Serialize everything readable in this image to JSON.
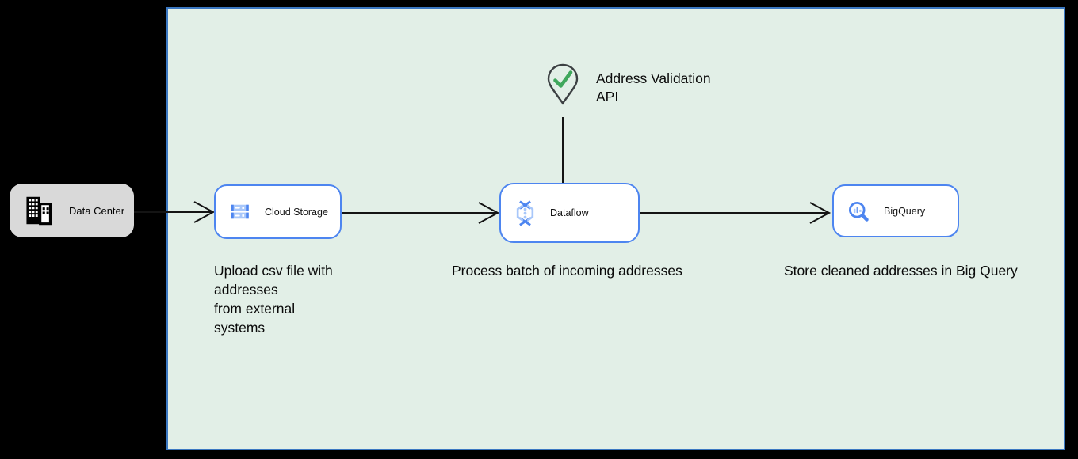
{
  "colors": {
    "canvas_bg": "#000000",
    "panel_fill": "#e2efe7",
    "panel_border": "#3b78c2",
    "node_fill": "#ffffff",
    "node_border": "#4d85f0",
    "datacenter_fill": "#d9d9d9",
    "arrow": "#141414",
    "pin_outline": "#3c4043",
    "check_green": "#3fa75c",
    "icon_blue": "#4d85f0",
    "icon_blue_light": "#a8c7fa"
  },
  "nodes": {
    "data_center": {
      "label": "Data Center",
      "icon": "office-building-icon"
    },
    "cloud_storage": {
      "label": "Cloud Storage",
      "icon": "cloud-storage-icon"
    },
    "dataflow": {
      "label": "Dataflow",
      "icon": "dataflow-icon"
    },
    "bigquery": {
      "label": "BigQuery",
      "icon": "bigquery-icon"
    }
  },
  "annotations": {
    "api_marker": {
      "label": "Address Validation\nAPI",
      "icon": "map-pin-check-icon"
    },
    "caption_cloud_storage": "Upload csv file with\naddresses\nfrom external\nsystems",
    "caption_dataflow": "Process batch of incoming addresses",
    "caption_bigquery": "Store cleaned addresses in Big Query"
  },
  "edges": [
    {
      "from": "Data Center",
      "to": "Cloud Storage"
    },
    {
      "from": "Cloud Storage",
      "to": "Dataflow"
    },
    {
      "from": "Dataflow",
      "to": "BigQuery"
    },
    {
      "from": "Address Validation API",
      "to": "Dataflow"
    }
  ]
}
